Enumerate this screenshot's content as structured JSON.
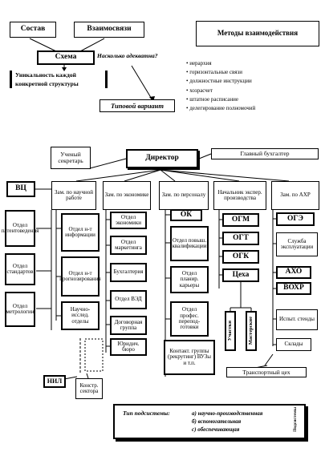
{
  "top": {
    "sostav": "Состав",
    "vzaimosvyazi": "Взаимосвязи",
    "metody_title": "Методы взаимодействия",
    "skhema": "Схема",
    "question": "Насколько адекватна?",
    "unique": "Уникальность каждой конкретной структуры",
    "typical": "Типовой вариант",
    "methods": [
      "иерархия",
      "горизонтальные связи",
      "должностные инструкции",
      "хозрасчет",
      "штатное расписание",
      "делегирование полномочий"
    ]
  },
  "org": {
    "director": "Директор",
    "chief_accountant": "Главный бухгалтер",
    "sci_secretary": "Ученый секретарь",
    "vc": "ВЦ",
    "zam_science": "Зам. по научной работе",
    "zam_econ": "Зам. по экономике",
    "zam_personnel": "Зам. по персоналу",
    "chief_production": "Начальник экспер. производства",
    "zam_ahr": "Зам. по АХР",
    "left_col": [
      "Отдел патентоведения",
      "Отдел стандартов",
      "Отдел метрологии"
    ],
    "science_col": [
      "Отдел н-т информации",
      "Отдел н-т прогнозирования",
      "Научно-исслед. отделы"
    ],
    "econ_col": [
      "Отдел экономики",
      "Отдел маркетинга",
      "Бухгалтерия",
      "Отдел ВЭД",
      "Договорная группа",
      "Юридич. бюро"
    ],
    "personnel_col": [
      "ОК",
      "Отдел повыш. квалификации",
      "Отдел планир. карьеры",
      "Отдел профес. перепод-готовки",
      "Контакт. группы (рекрутинг) ВУЗы и т.п."
    ],
    "production_col": [
      "ОГМ",
      "ОГТ",
      "ОГК",
      "Цеха"
    ],
    "production_vertical": [
      "Участки",
      "Мастерские"
    ],
    "ahr_col": [
      "ОГЭ",
      "Служба эксплуатации",
      "АХО",
      "ВОХР",
      "Испыт. стенды",
      "Склады"
    ],
    "nil": "НИЛ",
    "konstr": "Констр. сектора",
    "transport": "Транспортный цех"
  },
  "legend": {
    "title": "Тип подсистемы:",
    "items": [
      "а) научно-производственная",
      "б) вспомогательная",
      "с) обеспечивающая"
    ],
    "side": "Подсистемы"
  }
}
